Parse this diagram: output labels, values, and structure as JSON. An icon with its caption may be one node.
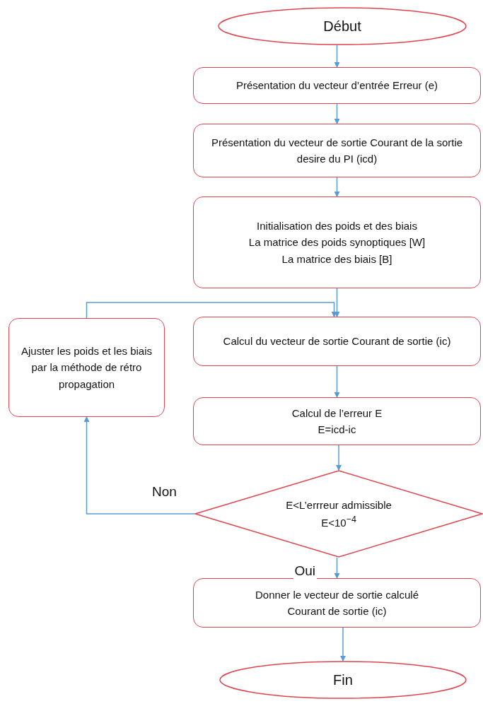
{
  "diagram": {
    "nodes": [
      {
        "text": [
          "Début"
        ]
      },
      {
        "text": [
          "Présentation du vecteur d’entrée Erreur (e)"
        ]
      },
      {
        "text": [
          "Présentation du vecteur de sortie Courant de la sortie desire du PI (icd)"
        ]
      },
      {
        "text": [
          "Initialisation des poids et des biais",
          "La matrice des poids synoptiques [W]",
          "La matrice des biais [B]"
        ]
      },
      {
        "text": [
          "Calcul du vecteur de sortie Courant de sortie (ic)"
        ]
      },
      {
        "text": [
          "Ajuster les poids et les biais par la méthode de rétro propagation"
        ]
      },
      {
        "text": [
          "Calcul de l’erreur E",
          "E=icd-ic"
        ]
      },
      {
        "text": [
          "E<L’errreur admissible",
          "E<10$^{−4}$"
        ]
      },
      {
        "text": [
          "Donner le vecteur de sortie calculé",
          "Courant de sortie (ic)"
        ]
      },
      {
        "text": [
          "Fin"
        ]
      }
    ],
    "edges": [
      {
        "from": 0,
        "to": 1,
        "arrow": "to"
      },
      {
        "from": 1,
        "to": 2,
        "arrow": "to"
      },
      {
        "from": 2,
        "to": 3,
        "arrow": "to"
      },
      {
        "from": 3,
        "to": 4,
        "arrow": "to"
      },
      {
        "from": 4,
        "to": 6,
        "arrow": "to"
      },
      {
        "from": 6,
        "to": 7,
        "arrow": "to"
      },
      {
        "from": 7,
        "to": 8,
        "arrow": "to",
        "label": "Oui"
      },
      {
        "from": 7,
        "to": 5,
        "arrow": "to",
        "label": "Non"
      },
      {
        "from": 5,
        "to": 4,
        "arrow": "to"
      },
      {
        "from": 8,
        "to": 9,
        "arrow": "to"
      }
    ]
  }
}
